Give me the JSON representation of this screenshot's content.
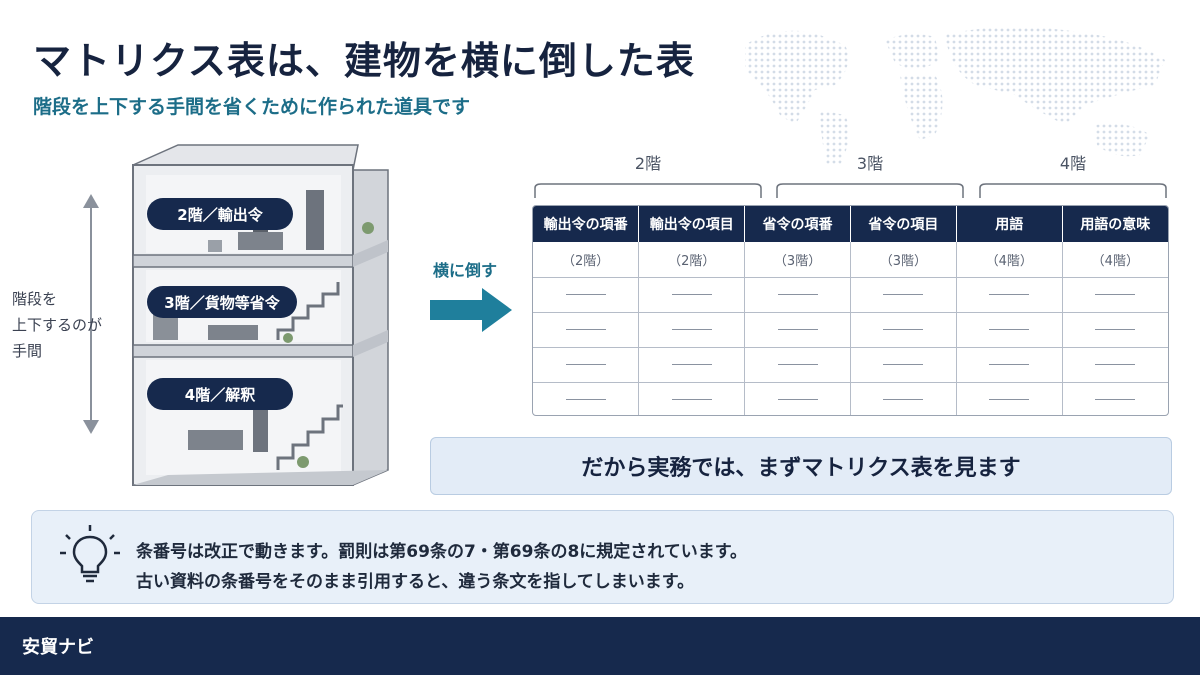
{
  "title": "マトリクス表は、建物を横に倒した表",
  "subtitle": "階段を上下する手間を省くために作られた道具です",
  "building": {
    "side_note": [
      "階段を",
      "上下するのが",
      "手間"
    ],
    "floors": [
      "2階／輸出令",
      "3階／貨物等省令",
      "4階／解釈"
    ]
  },
  "arrow_label": "横に倒す",
  "matrix": {
    "groups": [
      "2階",
      "3階",
      "4階"
    ],
    "headers": [
      "輸出令の項番",
      "輸出令の項目",
      "省令の項番",
      "省令の項目",
      "用語",
      "用語の意味"
    ],
    "floor_row": [
      "（2階）",
      "（2階）",
      "（3階）",
      "（3階）",
      "（4階）",
      "（4階）"
    ],
    "empty_rows": 4
  },
  "banner": "だから実務では、まずマトリクス表を見ます",
  "tip": {
    "icon": "lightbulb-icon",
    "line1": "条番号は改正で動きます。罰則は第69条の7・第69条の8に規定されています。",
    "line2": "古い資料の条番号をそのまま引用すると、違う条文を指してしまいます。"
  },
  "footer": "安貿ナビ",
  "colors": {
    "navy": "#16294d",
    "teal": "#1c6d88",
    "banner_bg": "#e3ecf7"
  }
}
